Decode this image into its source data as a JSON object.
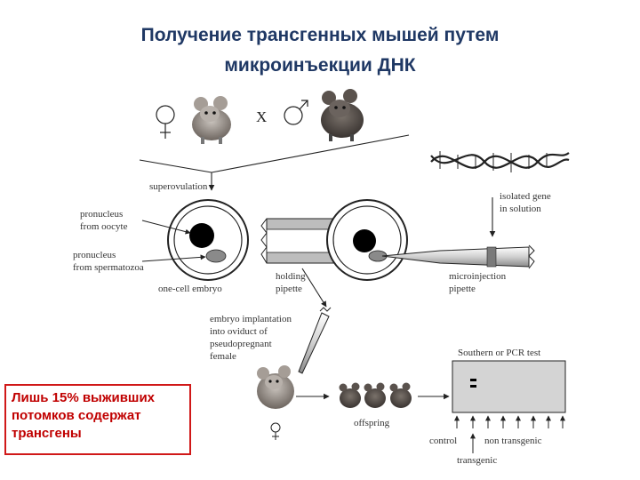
{
  "title": {
    "line1": "Получение трансгенных мышей путем",
    "line2": "микроинъекции ДНК"
  },
  "cross_symbol": "X",
  "labels": {
    "superovulation": "superovulation",
    "pronucleus_oocyte_1": "pronucleus",
    "pronucleus_oocyte_2": "from oocyte",
    "pronucleus_sperm_1": "pronucleus",
    "pronucleus_sperm_2": "from spermatozoa",
    "one_cell_embryo": "one-cell embryo",
    "holding_pipette_1": "holding",
    "holding_pipette_2": "pipette",
    "isolated_gene_1": "isolated gene",
    "isolated_gene_2": "in solution",
    "microinjection_1": "microinjection",
    "microinjection_2": "pipette",
    "implant_1": "embryo implantation",
    "implant_2": "into oviduct of",
    "implant_3": "pseudopregnant",
    "implant_4": "female",
    "offspring": "offspring",
    "southern": "Southern or PCR test",
    "control": "control",
    "non_transgenic": "non transgenic",
    "transgenic": "transgenic"
  },
  "note": {
    "line1": "Лишь 15% выживших",
    "line2": "потомков содержат",
    "line3": "трансгены"
  },
  "colors": {
    "title": "#1f3864",
    "note_border": "#d01818",
    "note_text": "#c00000"
  }
}
